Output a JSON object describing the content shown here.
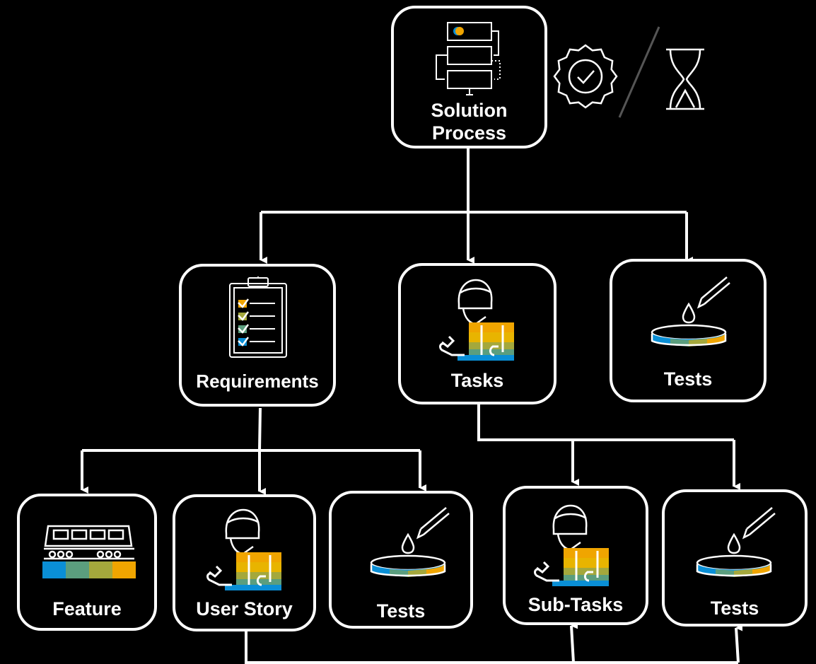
{
  "nodes": {
    "solution_process": {
      "label_line1": "Solution",
      "label_line2": "Process"
    },
    "requirements": {
      "label": "Requirements"
    },
    "tasks": {
      "label": "Tasks"
    },
    "tests_top": {
      "label": "Tests"
    },
    "feature": {
      "label": "Feature"
    },
    "user_story": {
      "label": "User Story"
    },
    "tests_requirements": {
      "label": "Tests"
    },
    "sub_tasks": {
      "label": "Sub-Tasks"
    },
    "tests_tasks": {
      "label": "Tests"
    }
  },
  "status_icons": [
    "verified-badge-icon",
    "hourglass-icon"
  ],
  "palette": {
    "blue": "#0a8fd6",
    "teal": "#5b9e7e",
    "olive": "#a4a83c",
    "orange": "#f0a500",
    "gold": "#e8b400"
  }
}
